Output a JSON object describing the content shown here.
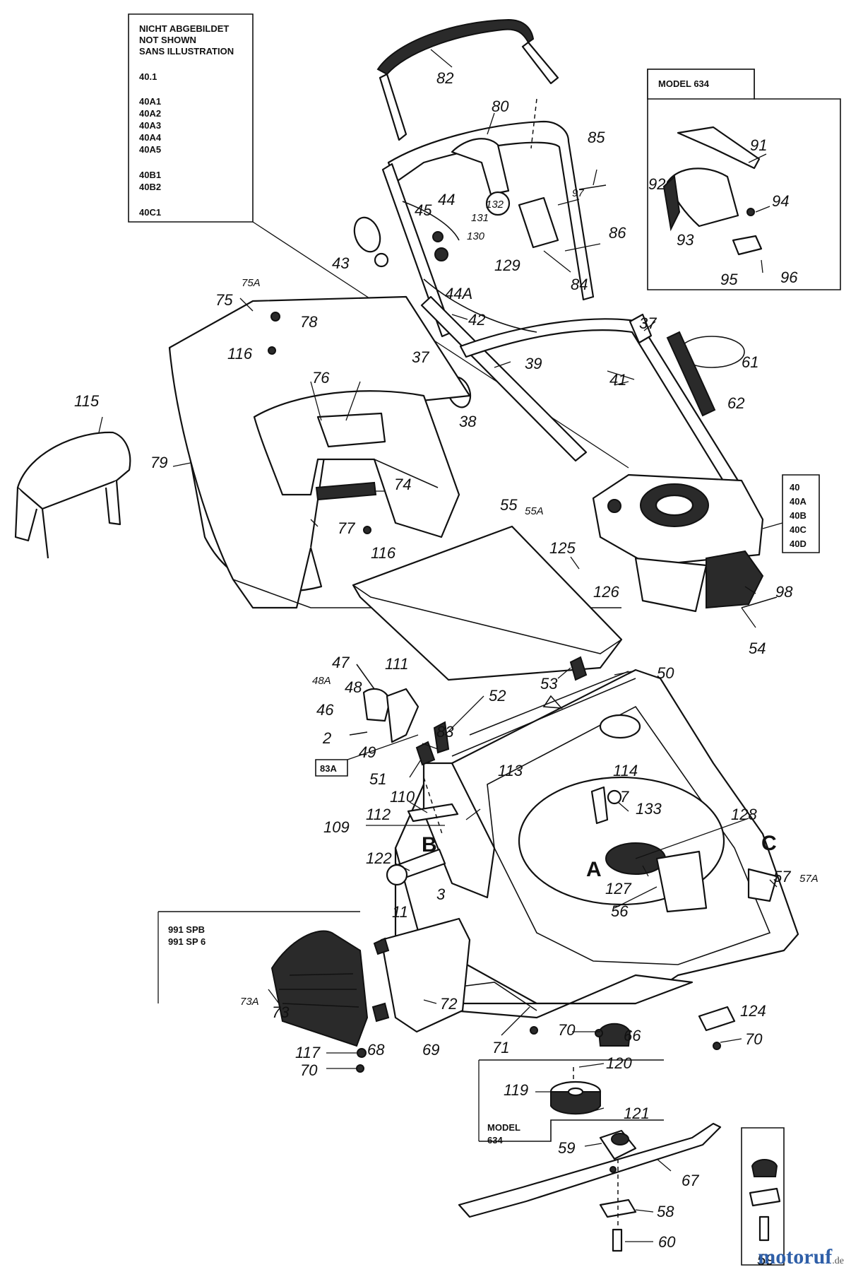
{
  "not_shown_box": {
    "heading": [
      "NICHT ABGEBILDET",
      "NOT SHOWN",
      "SANS ILLUSTRATION"
    ],
    "groups": [
      [
        "40.1"
      ],
      [
        "40A1",
        "40A2",
        "40A3",
        "40A4",
        "40A5"
      ],
      [
        "40B1",
        "40B2"
      ],
      [
        "40C1"
      ]
    ]
  },
  "model_box": {
    "title": "MODEL 634"
  },
  "engine_box": {
    "items": [
      "40",
      "40A",
      "40B",
      "40C",
      "40D"
    ]
  },
  "spb_box": {
    "lines": [
      "991 SPB",
      "991 SP 6"
    ]
  },
  "blade_box": {
    "lines": [
      "MODEL",
      "634"
    ]
  },
  "callout_83a": "83A",
  "letters": {
    "a": "A",
    "b": "B",
    "c": "C"
  },
  "watermark": {
    "name": "motoruf",
    "suffix": ".de"
  },
  "labels": {
    "p82": "82",
    "p80": "80",
    "p85": "85",
    "p97": "97",
    "p132": "132",
    "p131": "131",
    "p130": "130",
    "p129": "129",
    "p86": "86",
    "p84": "84",
    "p45": "45",
    "p44": "44",
    "p44a": "44A",
    "p43": "43",
    "p42": "42",
    "p75a": "75A",
    "p75": "75",
    "p78": "78",
    "p116a": "116",
    "p37a": "37",
    "p37b": "37",
    "p39": "39",
    "p38": "38",
    "p61": "61",
    "p62": "62",
    "p41": "41",
    "p76": "76",
    "p115": "115",
    "p79": "79",
    "p74": "74",
    "p77": "77",
    "p116b": "116",
    "p55": "55",
    "p55a": "55A",
    "p125": "125",
    "p126": "126",
    "p98": "98",
    "p54": "54",
    "p47": "47",
    "p111": "111",
    "p48a": "48A",
    "p48": "48",
    "p46": "46",
    "p2": "2",
    "p49": "49",
    "p83": "83",
    "p53": "53",
    "p50": "50",
    "p52": "52",
    "p51": "51",
    "p113": "113",
    "p114": "114",
    "p7": "7",
    "p110": "110",
    "p112": "112",
    "p109": "109",
    "p133": "133",
    "p128": "128",
    "p122": "122",
    "p3": "3",
    "p11": "11",
    "p127": "127",
    "p56": "56",
    "p57": "57",
    "p57a": "57A",
    "p73a": "73A",
    "p73": "73",
    "p72": "72",
    "p71": "71",
    "p70a": "70",
    "p66": "66",
    "p124": "124",
    "p70b": "70",
    "p117": "117",
    "p70c": "70",
    "p68": "68",
    "p69": "69",
    "p120": "120",
    "p119": "119",
    "p121": "121",
    "p59": "59",
    "p67": "67",
    "p58": "58",
    "p60": "60",
    "p59b": "59",
    "p91": "91",
    "p92": "92",
    "p94": "94",
    "p93": "93",
    "p95": "95",
    "p96": "96"
  }
}
